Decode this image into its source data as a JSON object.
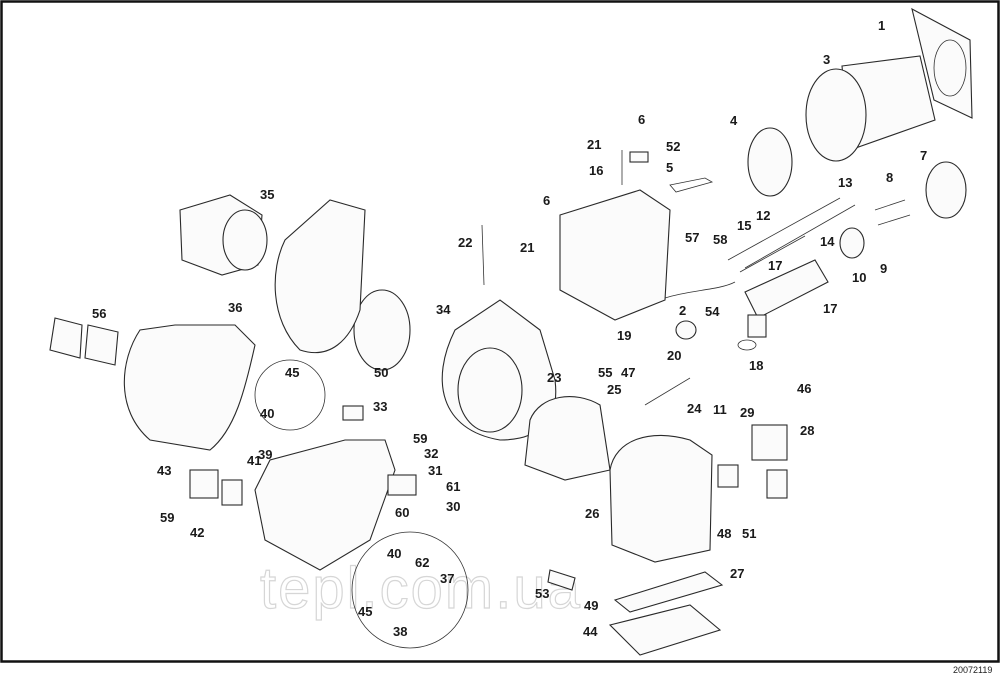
{
  "diagram": {
    "title": "Burner exploded parts view",
    "drawing_code": "20072119",
    "watermark": "tepl.com.ua",
    "colors": {
      "line": "#2a2a2a",
      "background": "#ffffff",
      "watermark": "#d6d6d6"
    },
    "callouts": [
      {
        "id": "c1",
        "label": "1"
      },
      {
        "id": "c3",
        "label": "3"
      },
      {
        "id": "c4",
        "label": "4"
      },
      {
        "id": "c6a",
        "label": "6"
      },
      {
        "id": "c21a",
        "label": "21"
      },
      {
        "id": "c52",
        "label": "52"
      },
      {
        "id": "c16",
        "label": "16"
      },
      {
        "id": "c5",
        "label": "5"
      },
      {
        "id": "c7",
        "label": "7"
      },
      {
        "id": "c8",
        "label": "8"
      },
      {
        "id": "c13",
        "label": "13"
      },
      {
        "id": "c12",
        "label": "12"
      },
      {
        "id": "c15",
        "label": "15"
      },
      {
        "id": "c14",
        "label": "14"
      },
      {
        "id": "c57",
        "label": "57"
      },
      {
        "id": "c58",
        "label": "58"
      },
      {
        "id": "c17a",
        "label": "17"
      },
      {
        "id": "c17b",
        "label": "17"
      },
      {
        "id": "c10",
        "label": "10"
      },
      {
        "id": "c9",
        "label": "9"
      },
      {
        "id": "c2",
        "label": "2"
      },
      {
        "id": "c54",
        "label": "54"
      },
      {
        "id": "c18",
        "label": "18"
      },
      {
        "id": "c6b",
        "label": "6"
      },
      {
        "id": "c21b",
        "label": "21"
      },
      {
        "id": "c22",
        "label": "22"
      },
      {
        "id": "c35",
        "label": "35"
      },
      {
        "id": "c34",
        "label": "34"
      },
      {
        "id": "c19",
        "label": "19"
      },
      {
        "id": "c20",
        "label": "20"
      },
      {
        "id": "c55",
        "label": "55"
      },
      {
        "id": "c47",
        "label": "47"
      },
      {
        "id": "c23",
        "label": "23"
      },
      {
        "id": "c50",
        "label": "50"
      },
      {
        "id": "c56",
        "label": "56"
      },
      {
        "id": "c36",
        "label": "36"
      },
      {
        "id": "c45a",
        "label": "45"
      },
      {
        "id": "c40a",
        "label": "40"
      },
      {
        "id": "c33",
        "label": "33"
      },
      {
        "id": "c25",
        "label": "25"
      },
      {
        "id": "c24",
        "label": "24"
      },
      {
        "id": "c46",
        "label": "46"
      },
      {
        "id": "c11",
        "label": "11"
      },
      {
        "id": "c29",
        "label": "29"
      },
      {
        "id": "c28",
        "label": "28"
      },
      {
        "id": "c59a",
        "label": "59"
      },
      {
        "id": "c32",
        "label": "32"
      },
      {
        "id": "c31",
        "label": "31"
      },
      {
        "id": "c61",
        "label": "61"
      },
      {
        "id": "c30",
        "label": "30"
      },
      {
        "id": "c60",
        "label": "60"
      },
      {
        "id": "c39",
        "label": "39"
      },
      {
        "id": "c41",
        "label": "41"
      },
      {
        "id": "c43",
        "label": "43"
      },
      {
        "id": "c59b",
        "label": "59"
      },
      {
        "id": "c42",
        "label": "42"
      },
      {
        "id": "c48",
        "label": "48"
      },
      {
        "id": "c51",
        "label": "51"
      },
      {
        "id": "c26",
        "label": "26"
      },
      {
        "id": "c40b",
        "label": "40"
      },
      {
        "id": "c62",
        "label": "62"
      },
      {
        "id": "c37",
        "label": "37"
      },
      {
        "id": "c45b",
        "label": "45"
      },
      {
        "id": "c38",
        "label": "38"
      },
      {
        "id": "c53",
        "label": "53"
      },
      {
        "id": "c49",
        "label": "49"
      },
      {
        "id": "c27",
        "label": "27"
      },
      {
        "id": "c44",
        "label": "44"
      }
    ]
  }
}
